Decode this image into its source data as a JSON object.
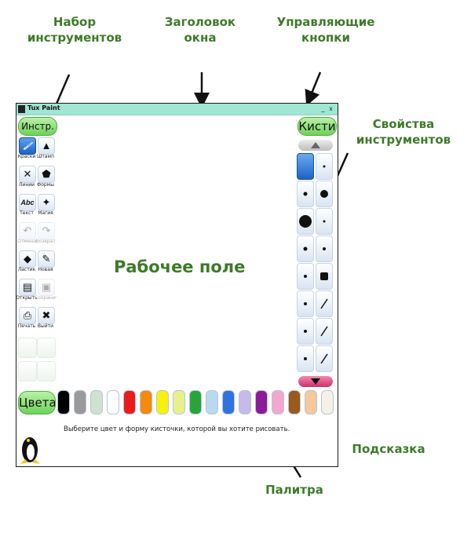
{
  "callouts": {
    "toolbox": "Набор инструментов",
    "title": "Заголовок окна",
    "controls": "Управляющие кнопки",
    "properties": "Свойства инструментов",
    "canvas": "Рабочее поле",
    "hint": "Подсказка",
    "palette": "Палитра"
  },
  "window": {
    "title": "Tux Paint",
    "minimize": "_",
    "close": "x",
    "tools_header": "Инстр.",
    "brushes_header": "Кисти",
    "colors_button": "Цвета",
    "hint_text": "Выберите цвет и форму кисточки, которой вы хотите рисовать."
  },
  "tools": [
    {
      "label": "Краски",
      "icon": "paint-brush-icon",
      "glyph": "🖌",
      "state": "active"
    },
    {
      "label": "Штамп",
      "icon": "stamp-icon",
      "glyph": "▲",
      "state": "normal"
    },
    {
      "label": "Линии",
      "icon": "lines-icon",
      "glyph": "✕",
      "state": "normal"
    },
    {
      "label": "Формы",
      "icon": "shapes-icon",
      "glyph": "⬟",
      "state": "normal"
    },
    {
      "label": "Текст",
      "icon": "text-icon",
      "glyph": "Abc",
      "state": "normal"
    },
    {
      "label": "Магия",
      "icon": "magic-icon",
      "glyph": "✦",
      "state": "normal"
    },
    {
      "label": "Отмена",
      "icon": "undo-icon",
      "glyph": "↶",
      "state": "faded"
    },
    {
      "label": "Возврат",
      "icon": "redo-icon",
      "glyph": "↷",
      "state": "faded"
    },
    {
      "label": "Ластик",
      "icon": "eraser-icon",
      "glyph": "◆",
      "state": "normal"
    },
    {
      "label": "Новая",
      "icon": "new-icon",
      "glyph": "✎",
      "state": "normal"
    },
    {
      "label": "Открыть",
      "icon": "open-icon",
      "glyph": "▤",
      "state": "normal"
    },
    {
      "label": "Сохранить",
      "icon": "save-icon",
      "glyph": "▣",
      "state": "faded"
    },
    {
      "label": "Печать",
      "icon": "print-icon",
      "glyph": "⎙",
      "state": "normal"
    },
    {
      "label": "Выйти",
      "icon": "quit-icon",
      "glyph": "✖",
      "state": "normal"
    }
  ],
  "palette": [
    "#000000",
    "#9a9a9a",
    "#cfe2cf",
    "#ffffff",
    "#e81c1c",
    "#f58a0b",
    "#f7f20c",
    "#e8f08a",
    "#27a53a",
    "#b8d9ee",
    "#2f73e0",
    "#c7b9e8",
    "#8d1a9a",
    "#f3a7cf",
    "#9a5a1c",
    "#f7c89a",
    "#f5f1e6"
  ],
  "colors": {
    "accent_green": "#3e7a2a",
    "titlebar": "#9fe6d3",
    "button_green": "#6fd15a",
    "selected_blue": "#1b62c6",
    "scroll_up": "#d0d0d0",
    "scroll_down": "#e0407a"
  }
}
